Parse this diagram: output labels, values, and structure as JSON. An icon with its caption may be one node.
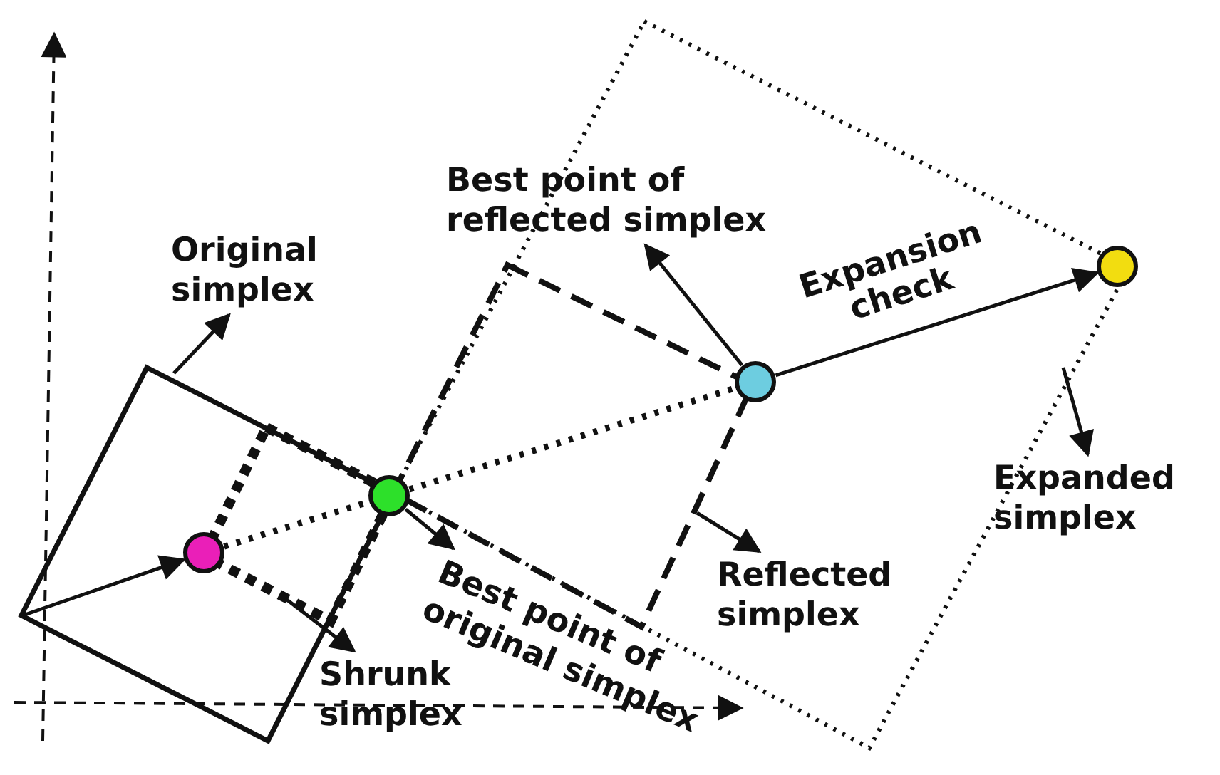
{
  "diagram": {
    "nodes": [
      {
        "text": [
          "Original simplex"
        ]
      },
      {
        "text": [
          "Best point of reflected simplex"
        ]
      },
      {
        "text": [],
        "shape": "circle"
      },
      {
        "text": [],
        "shape": "circle"
      },
      {
        "text": [
          "Expanded simplex"
        ]
      },
      {
        "text": [],
        "shape": "circle"
      },
      {
        "text": [
          "Best point of original simplex"
        ]
      },
      {
        "text": [],
        "shape": "circle"
      },
      {
        "text": [
          "Reflected simplex"
        ]
      },
      {
        "text": [
          "Shrunk simplex"
        ]
      }
    ],
    "edges": [
      {
        "from": null,
        "to": 0,
        "arrow": "to"
      },
      {
        "from": 2,
        "to": 1,
        "arrow": "to"
      },
      {
        "from": 2,
        "to": 3,
        "arrow": "to",
        "label": "Expansion check"
      },
      {
        "from": null,
        "to": 4,
        "arrow": "to"
      },
      {
        "from": 5,
        "to": 6,
        "arrow": "to"
      },
      {
        "from": null,
        "to": 8,
        "arrow": "to"
      },
      {
        "from": null,
        "to": 9,
        "arrow": "to"
      },
      {
        "from": null,
        "to": 7,
        "arrow": "to"
      },
      {
        "from": 7,
        "to": 5,
        "arrow": "none",
        "style": "dashed"
      },
      {
        "from": 5,
        "to": 2,
        "arrow": "none",
        "style": "dashed"
      }
    ]
  }
}
